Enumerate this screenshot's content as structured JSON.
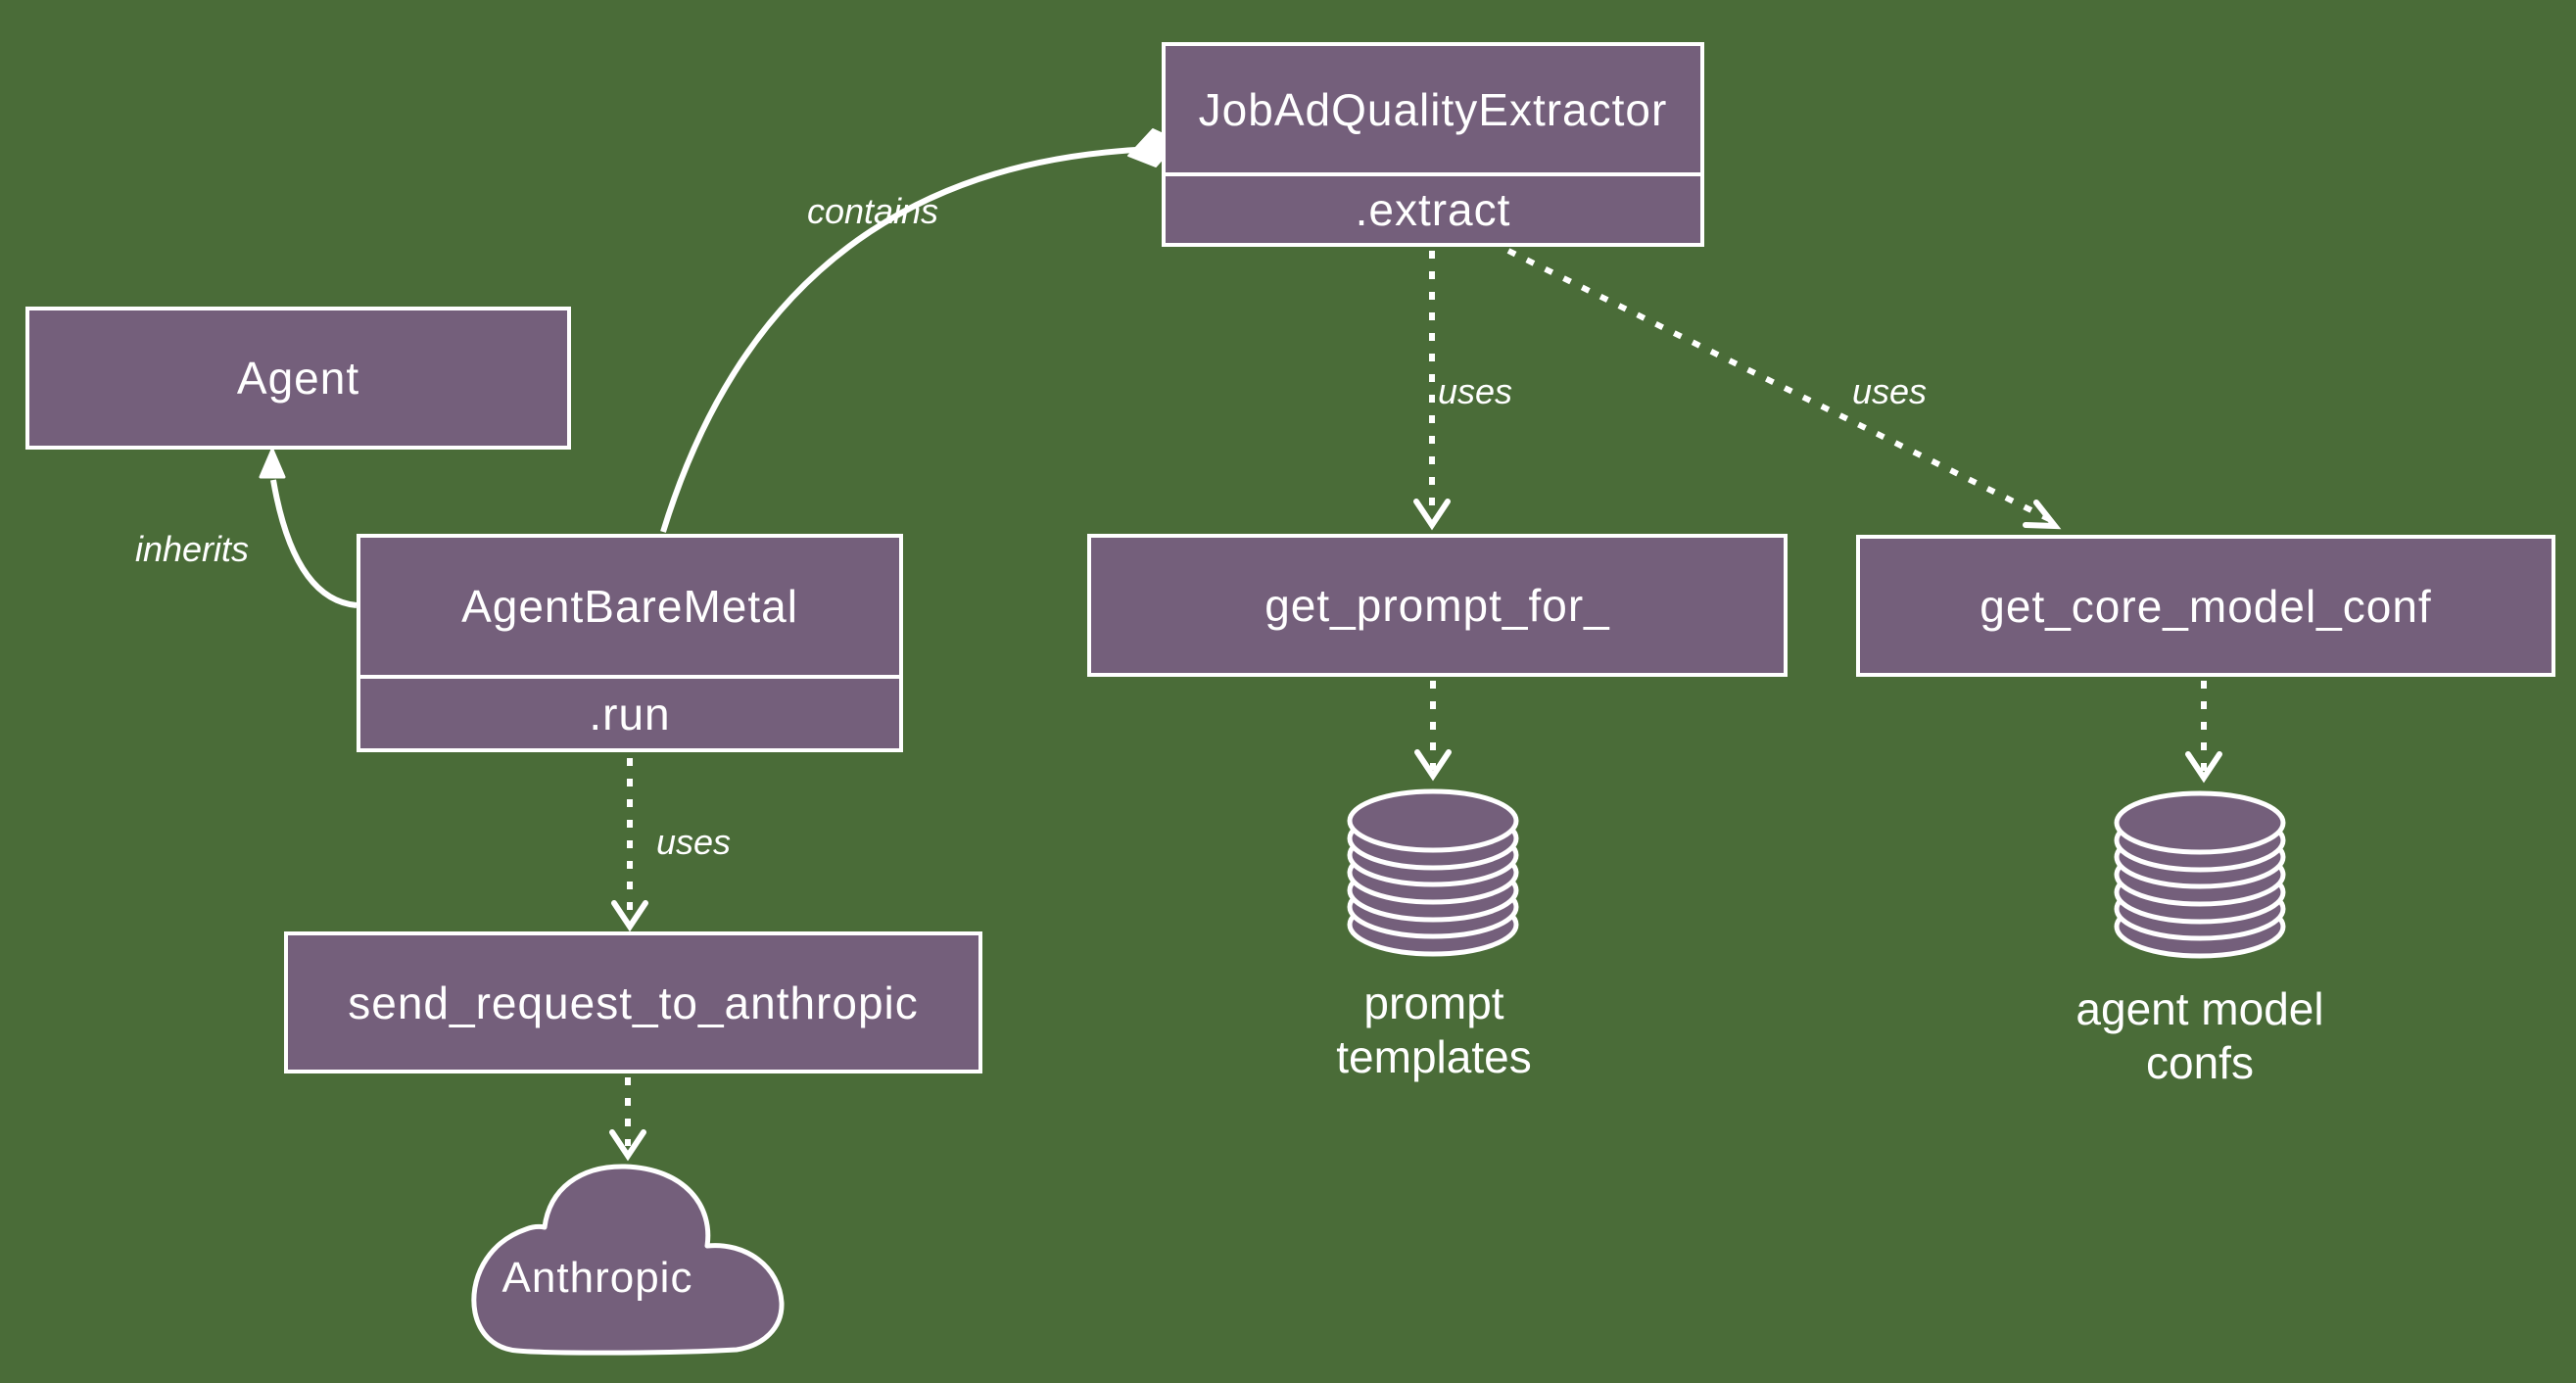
{
  "colors": {
    "background": "#4A6C38",
    "node_fill": "#745F7B",
    "stroke": "#FFFFFF"
  },
  "nodes": {
    "agent": {
      "title": "Agent"
    },
    "agent_bare_metal": {
      "title": "AgentBareMetal",
      "method": ".run"
    },
    "job_ad_quality_extractor": {
      "title": "JobAdQualityExtractor",
      "method": ".extract"
    },
    "send_request_to_anthropic": {
      "title": "send_request_to_anthropic"
    },
    "get_prompt_for": {
      "title": "get_prompt_for_"
    },
    "get_core_model_conf": {
      "title": "get_core_model_conf"
    }
  },
  "cloud": {
    "label": "Anthropic"
  },
  "databases": {
    "prompt_templates": {
      "caption": "prompt\ntemplates"
    },
    "agent_model_confs": {
      "caption": "agent model\nconfs"
    }
  },
  "edge_labels": {
    "inherits": "inherits",
    "contains": "contains",
    "uses_send_request": "uses",
    "uses_get_prompt": "uses",
    "uses_get_core": "uses"
  }
}
